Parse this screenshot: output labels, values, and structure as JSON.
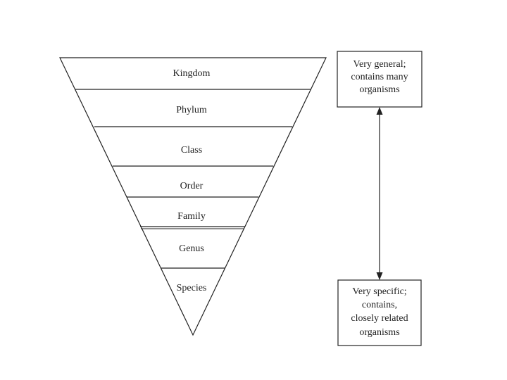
{
  "pyramid": {
    "levels": [
      {
        "label": "Kingdom"
      },
      {
        "label": "Phylum"
      },
      {
        "label": "Class"
      },
      {
        "label": "Order"
      },
      {
        "label": "Family"
      },
      {
        "label": "Genus"
      },
      {
        "label": "Species"
      }
    ]
  },
  "general_box": {
    "lines": [
      "Very general;",
      "contains many",
      "organisms"
    ]
  },
  "specific_box": {
    "lines": [
      "Very specific;",
      "contains,",
      "closely related",
      "organisms"
    ]
  },
  "colors": {
    "line": "#222222",
    "text": "#222222",
    "background": "#ffffff"
  }
}
